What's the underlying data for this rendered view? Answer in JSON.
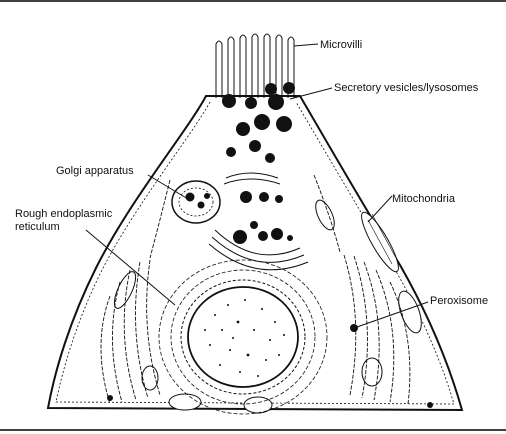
{
  "labels": {
    "microvilli": "Microvilli",
    "secretory": "Secretory vesicles/lysosomes",
    "golgi": "Golgi apparatus",
    "mitochondria": "Mitochondria",
    "rer_line1": "Rough endoplasmic",
    "rer_line2": "reticulum",
    "peroxisome": "Peroxisome"
  },
  "colors": {
    "ink": "#111111",
    "background": "#ffffff",
    "frame": "#000000"
  }
}
